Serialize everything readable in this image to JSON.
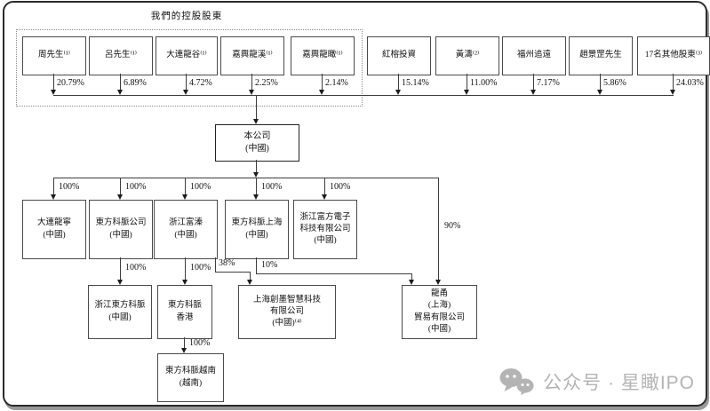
{
  "title": "我們的控股股東",
  "company": {
    "name": "本公司\n(中國)"
  },
  "shareholders": [
    {
      "name": "周先生⁽¹⁾",
      "pct": "20.79%"
    },
    {
      "name": "呂先生⁽¹⁾",
      "pct": "6.89%"
    },
    {
      "name": "大連龍谷⁽¹⁾",
      "pct": "4.72%"
    },
    {
      "name": "嘉興龍溪⁽¹⁾",
      "pct": "2.25%"
    },
    {
      "name": "嘉興龍瞰⁽¹⁾",
      "pct": "2.14%"
    },
    {
      "name": "紅榕投資",
      "pct": "15.14%"
    },
    {
      "name": "黃濤⁽²⁾",
      "pct": "11.00%"
    },
    {
      "name": "福州追遠",
      "pct": "7.17%"
    },
    {
      "name": "趙景罡先生",
      "pct": "5.86%"
    },
    {
      "name": "17名其他股東⁽³⁾",
      "pct": "24.03%"
    }
  ],
  "level1": [
    {
      "name": "大連龍寧\n(中國)",
      "pct": "100%"
    },
    {
      "name": "東方科脈公司\n(中國)",
      "pct": "100%"
    },
    {
      "name": "浙江富溱\n(中國)",
      "pct": "100%"
    },
    {
      "name": "東方科脈上海\n(中國)",
      "pct": "100%"
    },
    {
      "name": "浙江富方電子\n科技有限公司\n(中國)",
      "pct": "100%"
    }
  ],
  "level2": [
    {
      "name": "浙江東方科脈\n(中國)",
      "pct": "100%"
    },
    {
      "name": "東方科脈\n香港",
      "pct": "100%"
    },
    {
      "name": "上海創墨智慧科技\n有限公司\n(中國)⁽⁴⁾",
      "pct": "38%"
    },
    {
      "name": "龍甬\n(上海)\n貿易有限公司\n(中國)",
      "pct_from_company": "90%",
      "pct_from_shanghai": "10%"
    }
  ],
  "level3": [
    {
      "name": "東方科脈越南\n(越南)",
      "pct": "100%"
    }
  ],
  "watermark": {
    "label": "公众号 · 星瞰IPO",
    "icon": "wechat-icon",
    "color": "#b4b4b4"
  },
  "colors": {
    "line": "#3d3d3d",
    "box_border": "#4a4a4a",
    "text": "#111111"
  }
}
